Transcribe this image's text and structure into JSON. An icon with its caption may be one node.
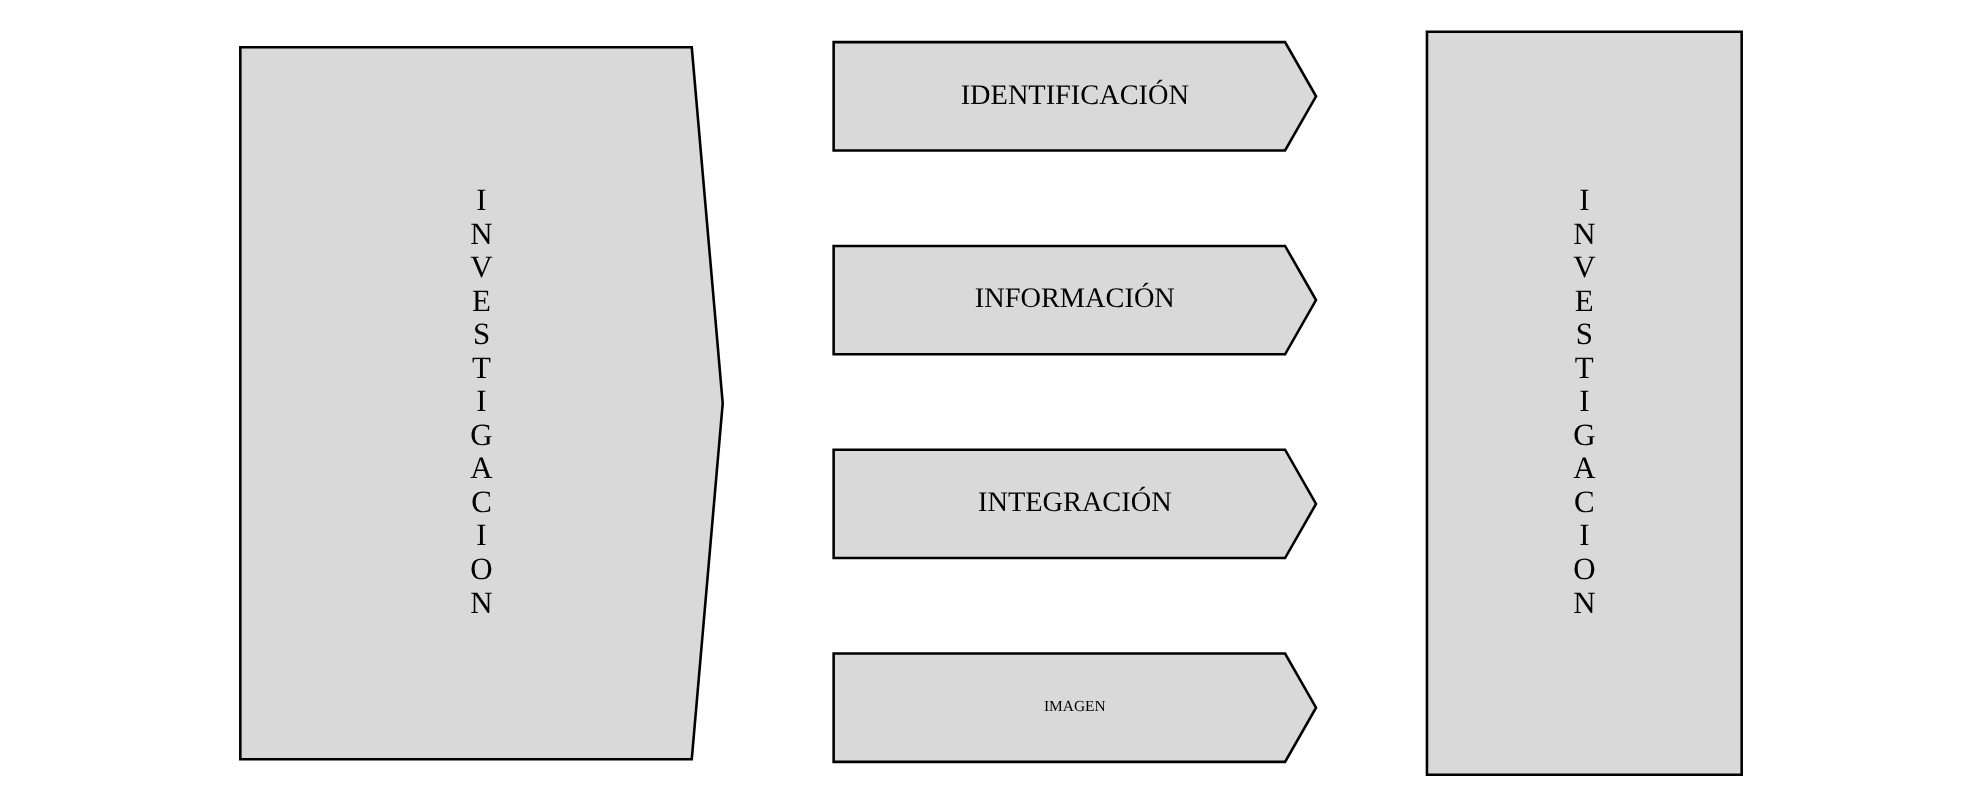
{
  "diagram": {
    "nodes": [
      {
        "text": [
          "INVESTIGACION"
        ]
      },
      {
        "text": [
          "IDENTIFICACIÓN"
        ]
      },
      {
        "text": [
          "INFORMACIÓN"
        ]
      },
      {
        "text": [
          "INTEGRACIÓN"
        ]
      },
      {
        "text": [
          "IMAGEN"
        ]
      },
      {
        "text": [
          "INVESTIGACION"
        ]
      }
    ]
  }
}
